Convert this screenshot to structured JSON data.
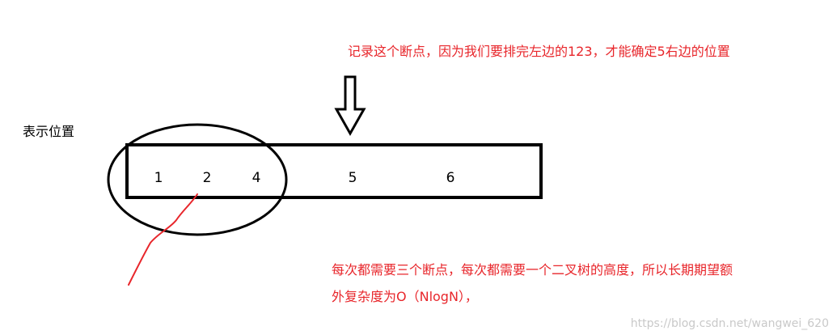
{
  "annotations": {
    "top_note": "记录这个断点，因为我们要排完左边的123，才能确定5右边的位置",
    "position_label": "表示位置",
    "bottom_note_line1": "每次都需要三个断点，每次都需要一个二叉树的高度，所以长期期望额",
    "bottom_note_line2": "外复杂度为O（NlogN），"
  },
  "array": {
    "values": [
      "1",
      "2",
      "4",
      "5",
      "6"
    ]
  },
  "watermark": "https://blog.csdn.net/wangwei_620",
  "colors": {
    "annotation_text": "#e8262b",
    "stroke": "#000000",
    "hand_line": "#e8262b"
  },
  "icons": {
    "arrow": "down-arrow-icon"
  }
}
